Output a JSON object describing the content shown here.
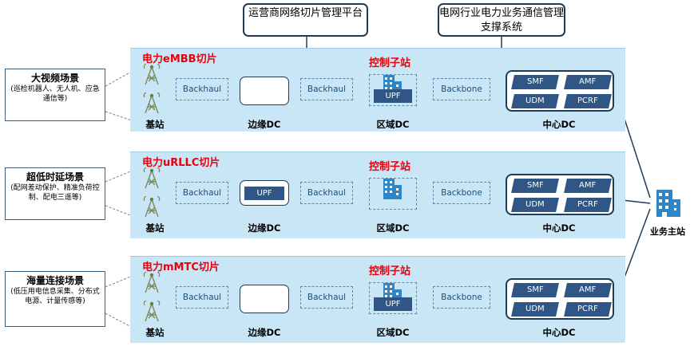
{
  "top": {
    "operator_platform": "运营商网络切片管理平台",
    "grid_system": "电网行业电力业务通信管理支撑系统"
  },
  "main_station": "业务主站",
  "slices": [
    {
      "title": "电力eMBB切片",
      "control": "控制子站",
      "scene_title": "大视频场景",
      "scene_desc": "(巡检机器人、无人机、应急通信等)",
      "base_station": "基站",
      "edge_dc": "边缘DC",
      "edge_upf": "",
      "region_dc": "区域DC",
      "region_upf": "UPF",
      "center_dc": "中心DC",
      "backhaul1": "Backhaul",
      "backhaul2": "Backhaul",
      "backbone": "Backbone",
      "nfs": [
        "SMF",
        "AMF",
        "UDM",
        "PCRF"
      ]
    },
    {
      "title": "电力uRLLC切片",
      "control": "控制子站",
      "scene_title": "超低时延场景",
      "scene_desc": "(配网差动保护、精准负荷控制、配电三遥等)",
      "base_station": "基站",
      "edge_dc": "边缘DC",
      "edge_upf": "UPF",
      "region_dc": "区域DC",
      "region_upf": "",
      "center_dc": "中心DC",
      "backhaul1": "Backhaul",
      "backhaul2": "Backhaul",
      "backbone": "Backbone",
      "nfs": [
        "SMF",
        "AMF",
        "UDM",
        "PCRF"
      ]
    },
    {
      "title": "电力mMTC切片",
      "control": "控制子站",
      "scene_title": "海量连接场景",
      "scene_desc": "(低压用电信息采集、分布式电源、计量传感等)",
      "base_station": "基站",
      "edge_dc": "边缘DC",
      "edge_upf": "",
      "region_dc": "区域DC",
      "region_upf": "UPF",
      "center_dc": "中心DC",
      "backhaul1": "Backhaul",
      "backhaul2": "Backhaul",
      "backbone": "Backbone",
      "nfs": [
        "SMF",
        "AMF",
        "UDM",
        "PCRF"
      ]
    }
  ],
  "colors": {
    "band": "#c9e6f7",
    "slice_title": "#e8000b",
    "nf_fill": "#2f5685",
    "building": "#2e86c8",
    "border": "#1f3b57"
  }
}
